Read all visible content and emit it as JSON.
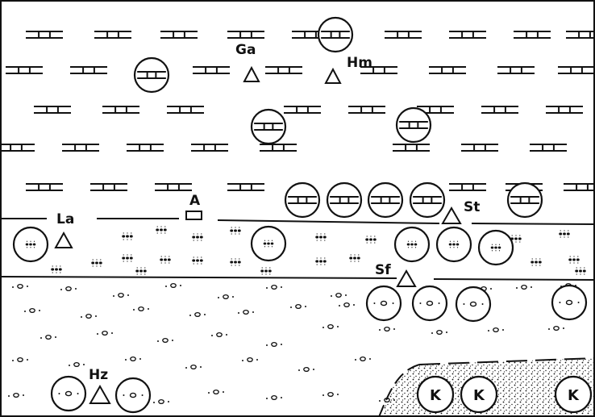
{
  "labels": {
    "ga": "Ga",
    "hm": "Hm",
    "la": "La",
    "a": "A",
    "st": "St",
    "sf": "Sf",
    "hz": "Hz",
    "k": "K"
  },
  "layers": [
    "limestone",
    "oolitic",
    "sandstone",
    "conglomerate-lens"
  ]
}
